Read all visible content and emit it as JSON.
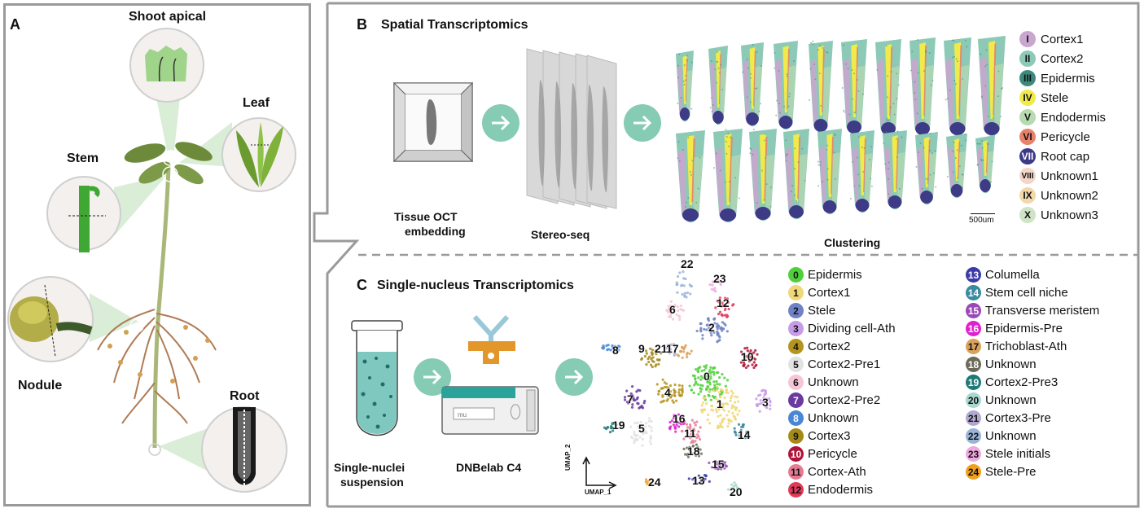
{
  "panel_a": {
    "letter": "A",
    "labels": {
      "shoot_apical": "Shoot apical",
      "leaf": "Leaf",
      "stem": "Stem",
      "nodule": "Nodule",
      "root": "Root"
    }
  },
  "panel_b": {
    "letter": "B",
    "title": "Spatial Transcriptomics",
    "step1": [
      "Tissue OCT",
      "embedding"
    ],
    "step2": "Stereo-seq",
    "step3": "Clustering",
    "scale_bar": "500um",
    "legend": [
      {
        "num": "I",
        "label": "Cortex1",
        "color": "#c9a6cf"
      },
      {
        "num": "II",
        "label": "Cortex2",
        "color": "#8cc9b6"
      },
      {
        "num": "III",
        "label": "Epidermis",
        "color": "#3d8a7d"
      },
      {
        "num": "IV",
        "label": "Stele",
        "color": "#f0ea4a"
      },
      {
        "num": "V",
        "label": "Endodermis",
        "color": "#b8dab0"
      },
      {
        "num": "VI",
        "label": "Pericycle",
        "color": "#e8826a"
      },
      {
        "num": "VII",
        "label": "Root cap",
        "color": "#3d3a86"
      },
      {
        "num": "VIII",
        "label": "Unknown1",
        "color": "#f3d6c8"
      },
      {
        "num": "IX",
        "label": "Unknown2",
        "color": "#f2d7a8"
      },
      {
        "num": "X",
        "label": "Unknown3",
        "color": "#cfe3c6"
      }
    ]
  },
  "panel_c": {
    "letter": "C",
    "title": "Single-nucleus Transcriptomics",
    "step1": [
      "Single-nuclei",
      "suspension"
    ],
    "step2": "DNBelab C4",
    "umap_axis_x": "UMAP_1",
    "umap_axis_y": "UMAP_2",
    "legend_left": [
      {
        "num": "0",
        "label": "Epidermis",
        "color": "#4fd03a"
      },
      {
        "num": "1",
        "label": "Cortex1",
        "color": "#f0d778"
      },
      {
        "num": "2",
        "label": "Stele",
        "color": "#6f82c6"
      },
      {
        "num": "3",
        "label": "Dividing cell-Ath",
        "color": "#c79be6"
      },
      {
        "num": "4",
        "label": "Cortex2",
        "color": "#b5941e"
      },
      {
        "num": "5",
        "label": "Cortex2-Pre1",
        "color": "#e2e2e2"
      },
      {
        "num": "6",
        "label": "Unknown",
        "color": "#f6c6d6"
      },
      {
        "num": "7",
        "label": "Cortex2-Pre2",
        "color": "#6a3aa0"
      },
      {
        "num": "8",
        "label": "Unknown",
        "color": "#4a86d6"
      },
      {
        "num": "9",
        "label": "Cortex3",
        "color": "#a58a18"
      },
      {
        "num": "10",
        "label": "Pericycle",
        "color": "#b01438"
      },
      {
        "num": "11",
        "label": "Cortex-Ath",
        "color": "#e67a93"
      },
      {
        "num": "12",
        "label": "Endodermis",
        "color": "#e03a5a"
      }
    ],
    "legend_right": [
      {
        "num": "13",
        "label": "Columella",
        "color": "#3b3aa8"
      },
      {
        "num": "14",
        "label": "Stem cell niche",
        "color": "#3a8aa0"
      },
      {
        "num": "15",
        "label": "Transverse meristem",
        "color": "#9a48b8"
      },
      {
        "num": "16",
        "label": "Epidermis-Pre",
        "color": "#e020d0"
      },
      {
        "num": "17",
        "label": "Trichoblast-Ath",
        "color": "#d9a25c"
      },
      {
        "num": "18",
        "label": "Unknown",
        "color": "#6a6a5a"
      },
      {
        "num": "19",
        "label": "Cortex2-Pre3",
        "color": "#1e7a78"
      },
      {
        "num": "20",
        "label": "Unknown",
        "color": "#a8d8d0"
      },
      {
        "num": "21",
        "label": "Cortex3-Pre",
        "color": "#b0a8d0"
      },
      {
        "num": "22",
        "label": "Unknown",
        "color": "#9ab4d8"
      },
      {
        "num": "23",
        "label": "Stele initials",
        "color": "#f0a8e0"
      },
      {
        "num": "24",
        "label": "Stele-Pre",
        "color": "#f0a020"
      }
    ],
    "umap_cluster_labels": [
      "22",
      "23",
      "6",
      "12",
      "2",
      "10",
      "8",
      "9",
      "21",
      "17",
      "0",
      "7",
      "4",
      "3",
      "1",
      "16",
      "19",
      "5",
      "11",
      "14",
      "18",
      "15",
      "24",
      "13",
      "20"
    ]
  }
}
